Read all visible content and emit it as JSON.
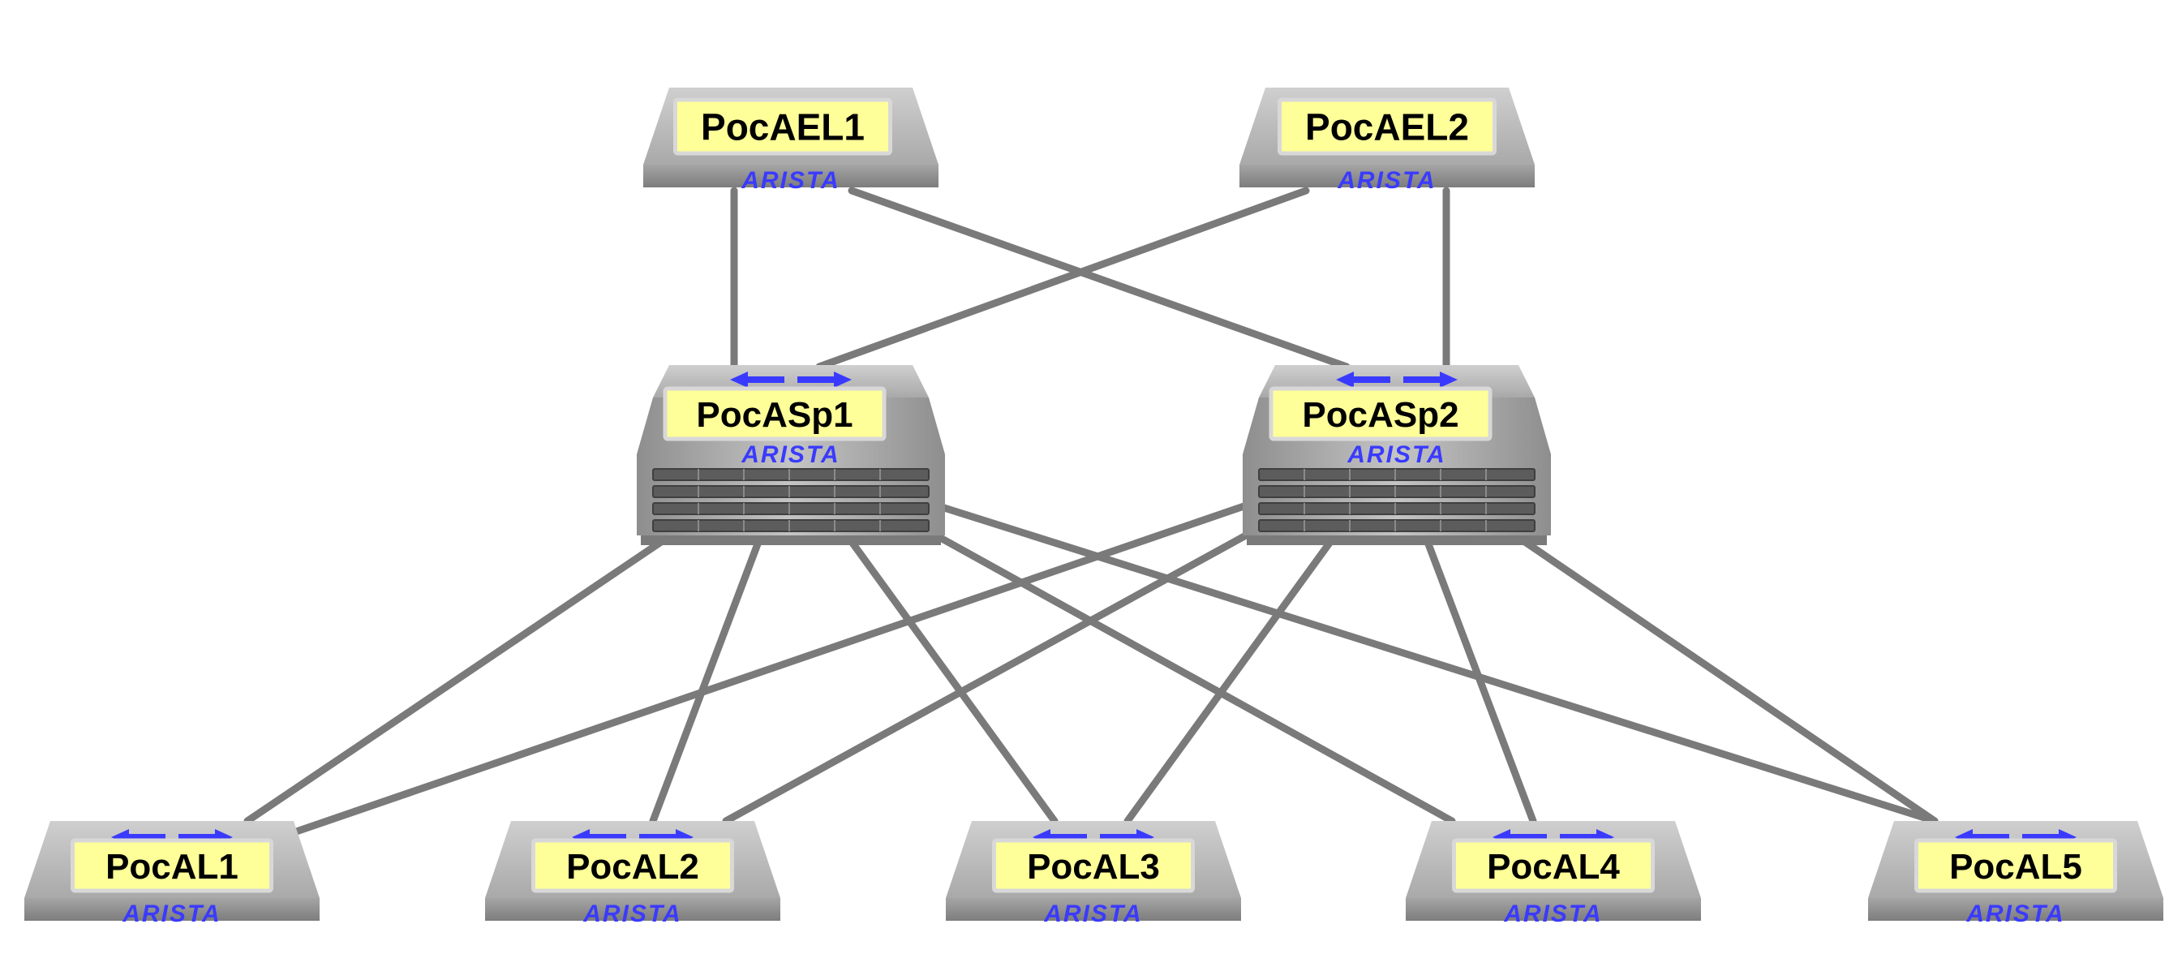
{
  "diagram": {
    "brand": "ARISTA",
    "colors": {
      "link": "#7a7a7a",
      "label_fill": "#ffff99",
      "label_border": "#d8d8d8",
      "brand": "#3a3aff",
      "arrows": "#3a3aff",
      "device_body": "#9a9a9a"
    },
    "nodes": [
      {
        "id": "aeL1",
        "label": "PocAEL1",
        "tier": "edge-leaf",
        "icon": "arista-switch-icon"
      },
      {
        "id": "aeL2",
        "label": "PocAEL2",
        "tier": "edge-leaf",
        "icon": "arista-switch-icon"
      },
      {
        "id": "sp1",
        "label": "PocASp1",
        "tier": "spine",
        "icon": "arista-chassis-icon"
      },
      {
        "id": "sp2",
        "label": "PocASp2",
        "tier": "spine",
        "icon": "arista-chassis-icon"
      },
      {
        "id": "l1",
        "label": "PocAL1",
        "tier": "leaf",
        "icon": "arista-switch-icon"
      },
      {
        "id": "l2",
        "label": "PocAL2",
        "tier": "leaf",
        "icon": "arista-switch-icon"
      },
      {
        "id": "l3",
        "label": "PocAL3",
        "tier": "leaf",
        "icon": "arista-switch-icon"
      },
      {
        "id": "l4",
        "label": "PocAL4",
        "tier": "leaf",
        "icon": "arista-switch-icon"
      },
      {
        "id": "l5",
        "label": "PocAL5",
        "tier": "leaf",
        "icon": "arista-switch-icon"
      }
    ],
    "links": [
      [
        "aeL1",
        "sp1"
      ],
      [
        "aeL1",
        "sp2"
      ],
      [
        "aeL2",
        "sp1"
      ],
      [
        "aeL2",
        "sp2"
      ],
      [
        "sp1",
        "l1"
      ],
      [
        "sp1",
        "l2"
      ],
      [
        "sp1",
        "l3"
      ],
      [
        "sp1",
        "l4"
      ],
      [
        "sp1",
        "l5"
      ],
      [
        "sp2",
        "l1"
      ],
      [
        "sp2",
        "l2"
      ],
      [
        "sp2",
        "l3"
      ],
      [
        "sp2",
        "l4"
      ],
      [
        "sp2",
        "l5"
      ]
    ]
  }
}
